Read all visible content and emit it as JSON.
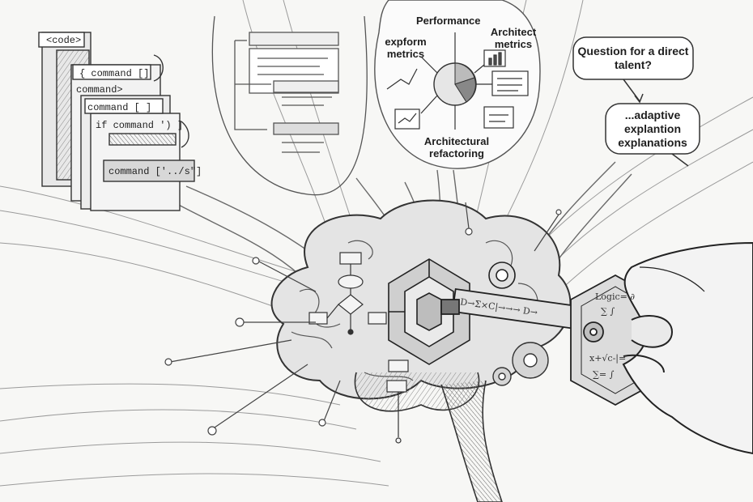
{
  "code_panel": {
    "tag": "<code>",
    "lines": [
      "{ command []",
      "command>",
      "command [ ]",
      "if  command ')  ]",
      "command ['../s\"]"
    ]
  },
  "metrics_bubble": {
    "top": "Performance",
    "left": "expform metrics",
    "right": "Architect metrics",
    "bottom": "Architectural refactoring"
  },
  "question_bubble": {
    "text": "Question for a direct talent?"
  },
  "explanation_bubble": {
    "text": "...adaptive explantion explanations"
  },
  "key": {
    "shaft_text": "D→Σ×C|→→→ D→",
    "head_lines": [
      "Logic= ∂",
      "∑ ∫",
      "x+√c-|=",
      "∑= ∫"
    ]
  },
  "icons": [
    "brain-icon",
    "maze-icon",
    "key-icon",
    "hand-icon",
    "gear-icon",
    "pie-chart-icon",
    "flowchart-icon"
  ]
}
